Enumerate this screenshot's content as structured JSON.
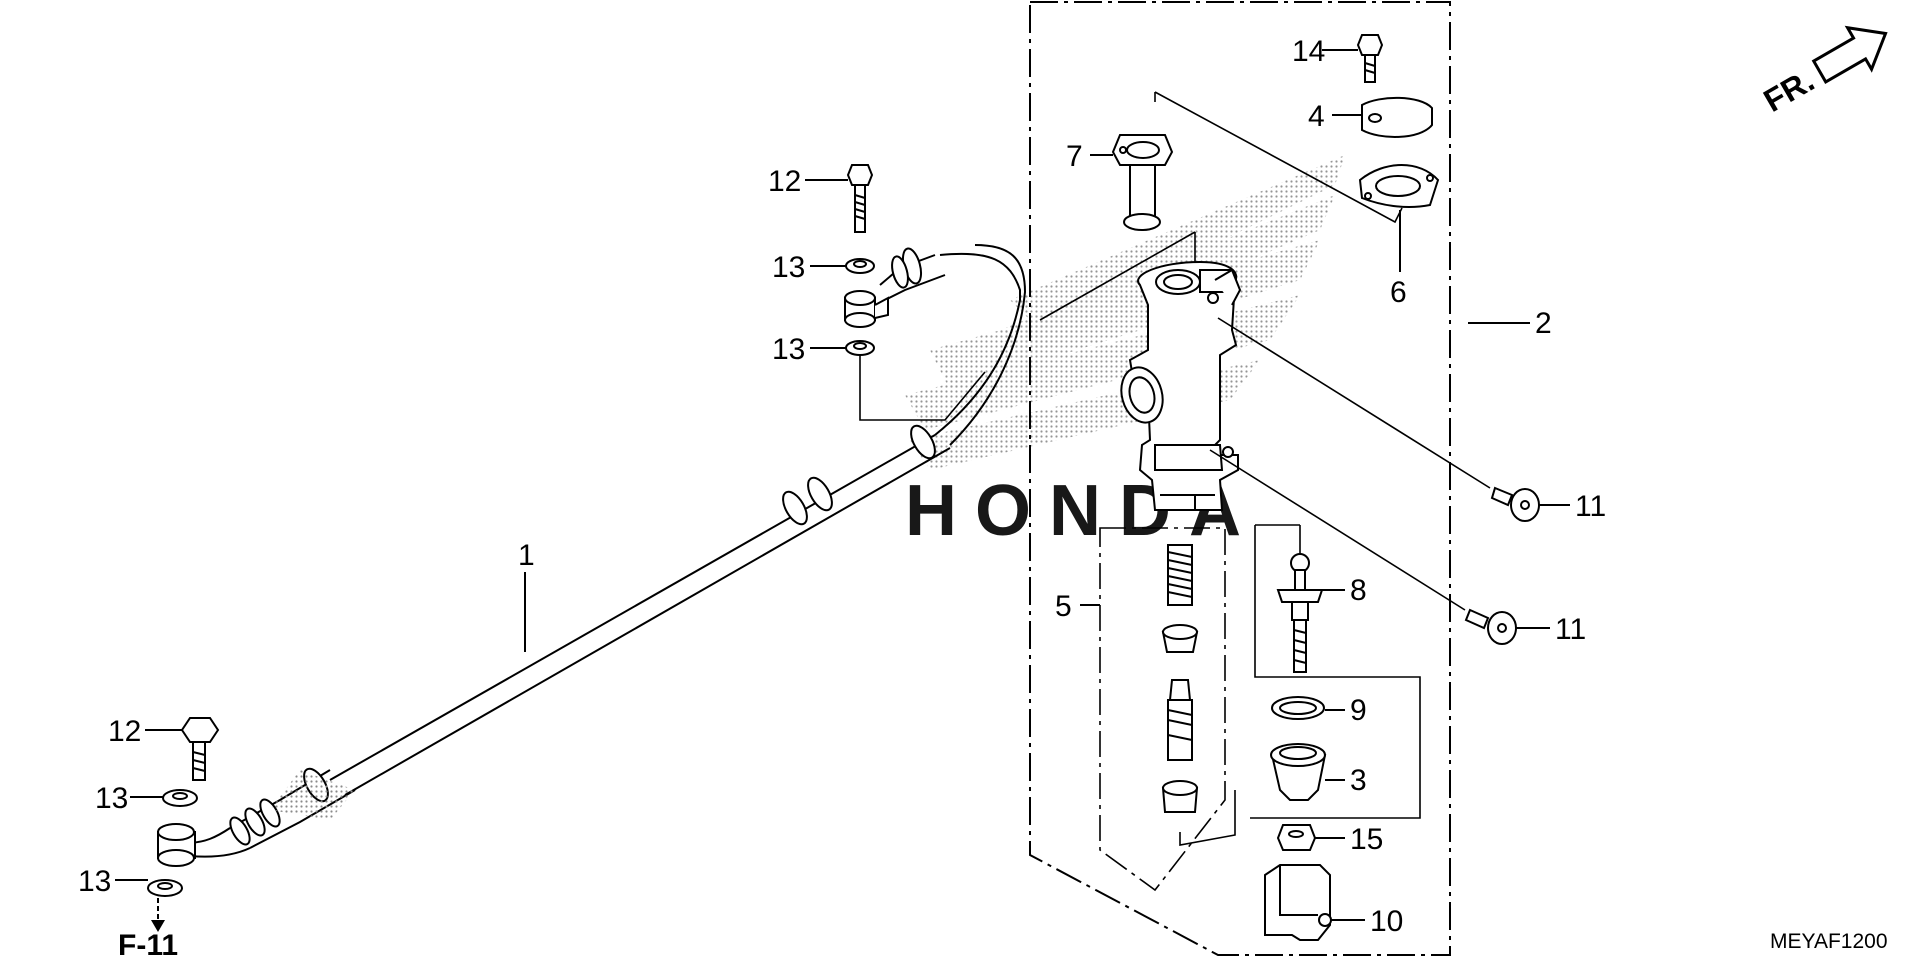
{
  "diagram": {
    "callouts": [
      {
        "id": "1",
        "label": "1"
      },
      {
        "id": "2",
        "label": "2"
      },
      {
        "id": "3",
        "label": "3"
      },
      {
        "id": "4",
        "label": "4"
      },
      {
        "id": "5",
        "label": "5"
      },
      {
        "id": "6",
        "label": "6"
      },
      {
        "id": "7",
        "label": "7"
      },
      {
        "id": "8",
        "label": "8"
      },
      {
        "id": "9",
        "label": "9"
      },
      {
        "id": "10",
        "label": "10"
      },
      {
        "id": "11a",
        "label": "11"
      },
      {
        "id": "11b",
        "label": "11"
      },
      {
        "id": "12a",
        "label": "12"
      },
      {
        "id": "12b",
        "label": "12"
      },
      {
        "id": "13a",
        "label": "13"
      },
      {
        "id": "13b",
        "label": "13"
      },
      {
        "id": "13c",
        "label": "13"
      },
      {
        "id": "13d",
        "label": "13"
      },
      {
        "id": "14",
        "label": "14"
      },
      {
        "id": "15",
        "label": "15"
      }
    ],
    "reference": "F-11",
    "direction": "FR.",
    "diagram_code": "MEYAF1200",
    "watermark_text": "HONDA",
    "colors": {
      "ink": "#000000",
      "watermark": "#8a8a8a",
      "background": "#ffffff"
    }
  }
}
